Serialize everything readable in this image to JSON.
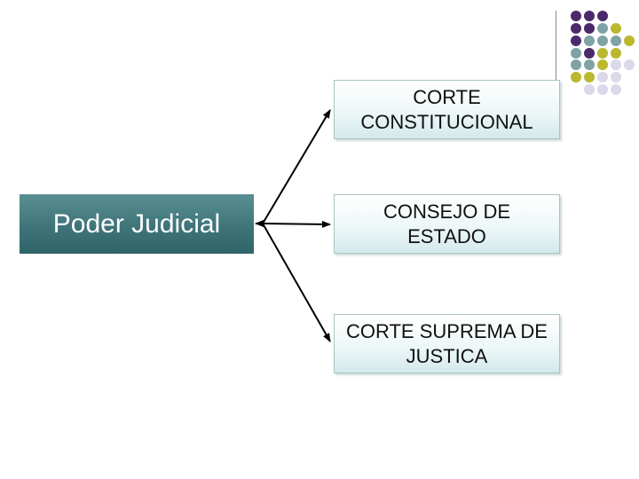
{
  "diagram": {
    "source": {
      "label": "Poder Judicial"
    },
    "targets": [
      {
        "label": "CORTE CONSTITUCIONAL"
      },
      {
        "label": "CONSEJO DE ESTADO"
      },
      {
        "label": "CORTE SUPREMA DE JUSTICA"
      }
    ]
  },
  "colors": {
    "source_fill": "#3f7479",
    "target_fill": "#eef7f8",
    "dot_purple": "#4b2a6b",
    "dot_teal": "#7fa3a5",
    "dot_olive": "#b9b82f",
    "dot_lavender": "#d9d9e9"
  }
}
